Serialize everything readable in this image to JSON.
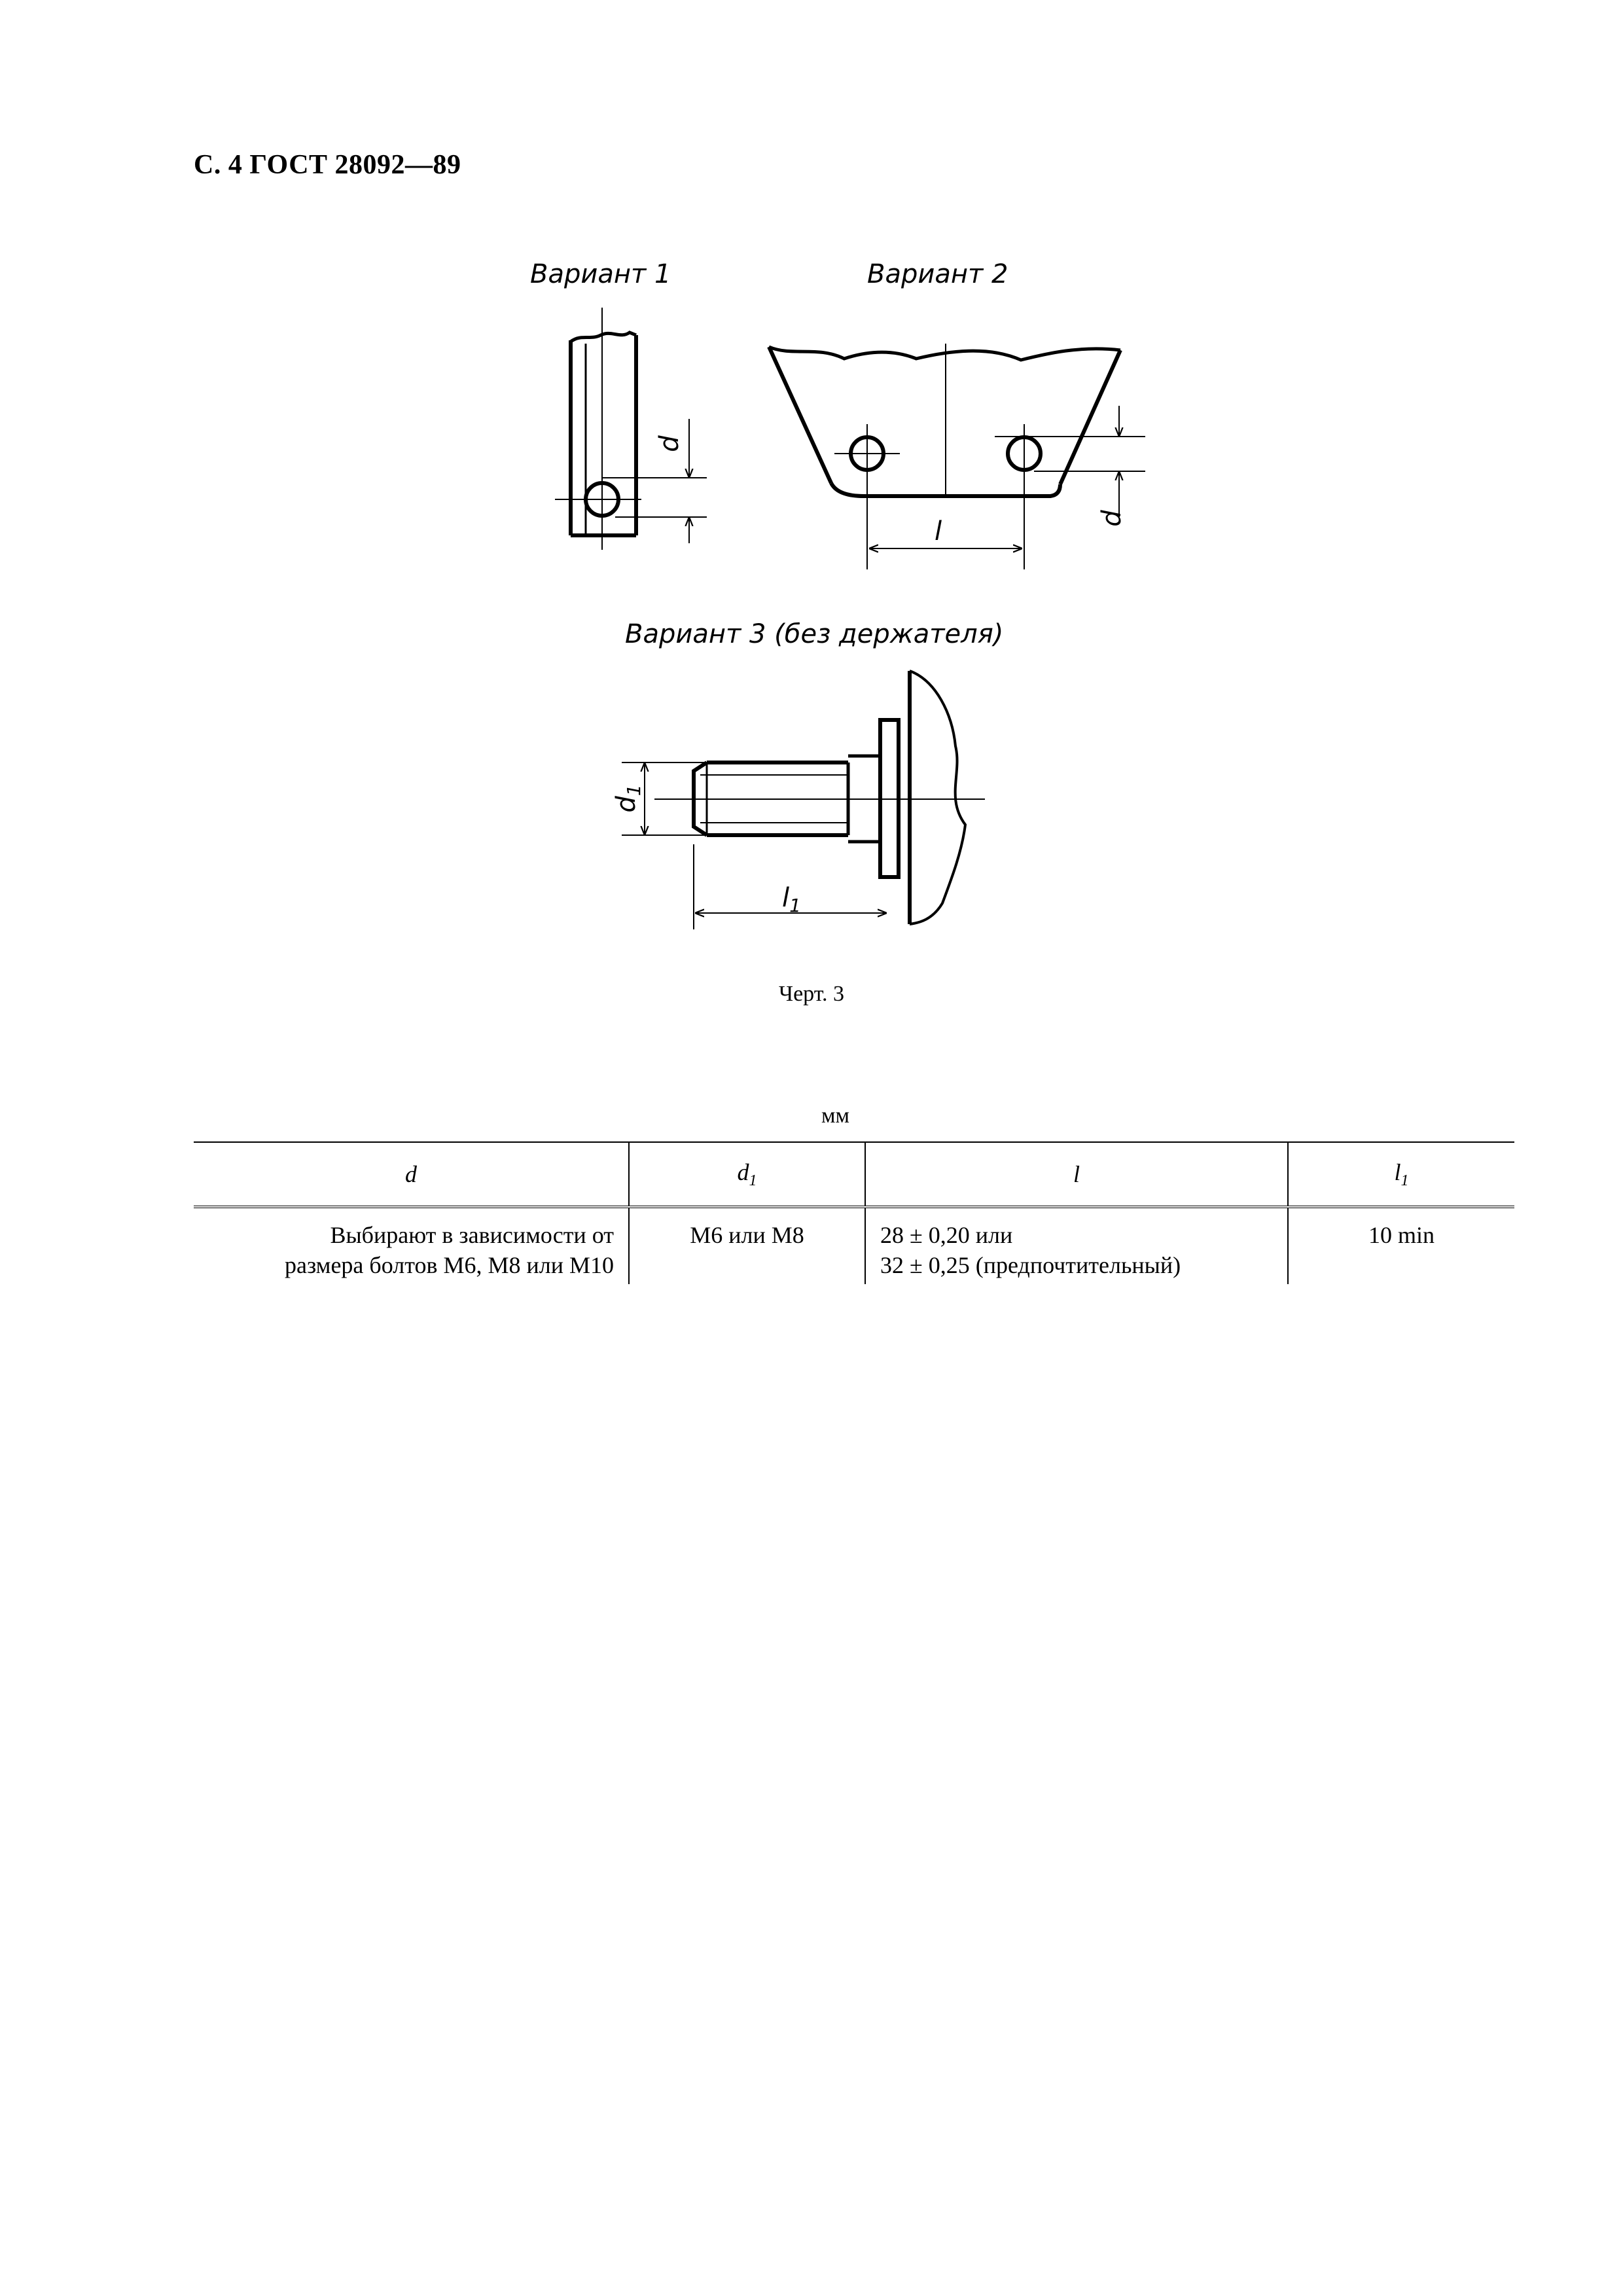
{
  "header": {
    "page_title": "С. 4 ГОСТ 28092—89"
  },
  "drawing": {
    "variant1_label": "Вариант 1",
    "variant2_label": "Вариант 2",
    "variant3_label": "Вариант 3 (без держателя)",
    "dim_d": "d",
    "dim_l": "l",
    "dim_d1_main": "d",
    "dim_l1_main": "l",
    "sub_1": "1"
  },
  "caption": "Черт. 3",
  "units": "мм",
  "table": {
    "headers": [
      {
        "main": "d",
        "sub": ""
      },
      {
        "main": "d",
        "sub": "1"
      },
      {
        "main": "l",
        "sub": ""
      },
      {
        "main": "l",
        "sub": "1"
      }
    ],
    "row": {
      "d_line1": "Выбирают в зависимости от",
      "d_line2": "размера болтов М6, М8 или М10",
      "d1": "М6 или М8",
      "l_line1": "28 ± 0,20 или",
      "l_line2": "32 ± 0,25 (предпочтительный)",
      "l1": "10 min"
    }
  }
}
